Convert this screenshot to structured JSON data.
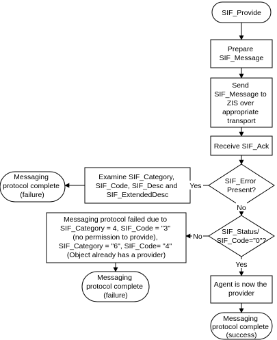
{
  "nodes": {
    "start": {
      "lines": [
        "SIF_Provide"
      ]
    },
    "prepare": {
      "lines": [
        "Prepare",
        "SIF_Message"
      ]
    },
    "send": {
      "lines": [
        "Send",
        "SIF_Message to",
        "ZIS over",
        "appropriate",
        "transport"
      ]
    },
    "receive": {
      "lines": [
        "Receive SIF_Ack"
      ]
    },
    "error_decision": {
      "lines": [
        "SIF_Error",
        "Present?"
      ]
    },
    "examine": {
      "lines": [
        "Examine SIF_Category,",
        "SIF_Code, SIF_Desc and",
        "SIF_ExtendedDesc"
      ]
    },
    "end_failure_top": {
      "lines": [
        "Messaging",
        "protocol complete",
        "(failure)"
      ]
    },
    "status_decision": {
      "lines": [
        "SIF_Status/",
        "SIF_Code=\"0\"?"
      ]
    },
    "failed_box": {
      "lines": [
        "Messaging protocol failed due to",
        "SIF_Category = 4, SIF_Code = \"3\"",
        "(no permission to provide),",
        "SIF_Category = \"6\", SIF_Code= \"4\"",
        "(Object already has a provider)"
      ]
    },
    "end_failure_bottom": {
      "lines": [
        "Messaging",
        "protocol complete",
        "(failure)"
      ]
    },
    "agent_provider": {
      "lines": [
        "Agent is now the",
        "provider"
      ]
    },
    "end_success": {
      "lines": [
        "Messaging",
        "protocol complete",
        "(success)"
      ]
    }
  },
  "edge_labels": {
    "error_yes": "Yes",
    "error_no": "No",
    "status_no": "No",
    "status_yes": "Yes"
  },
  "colors": {
    "fill": "#ffffff",
    "stroke": "#000000"
  }
}
